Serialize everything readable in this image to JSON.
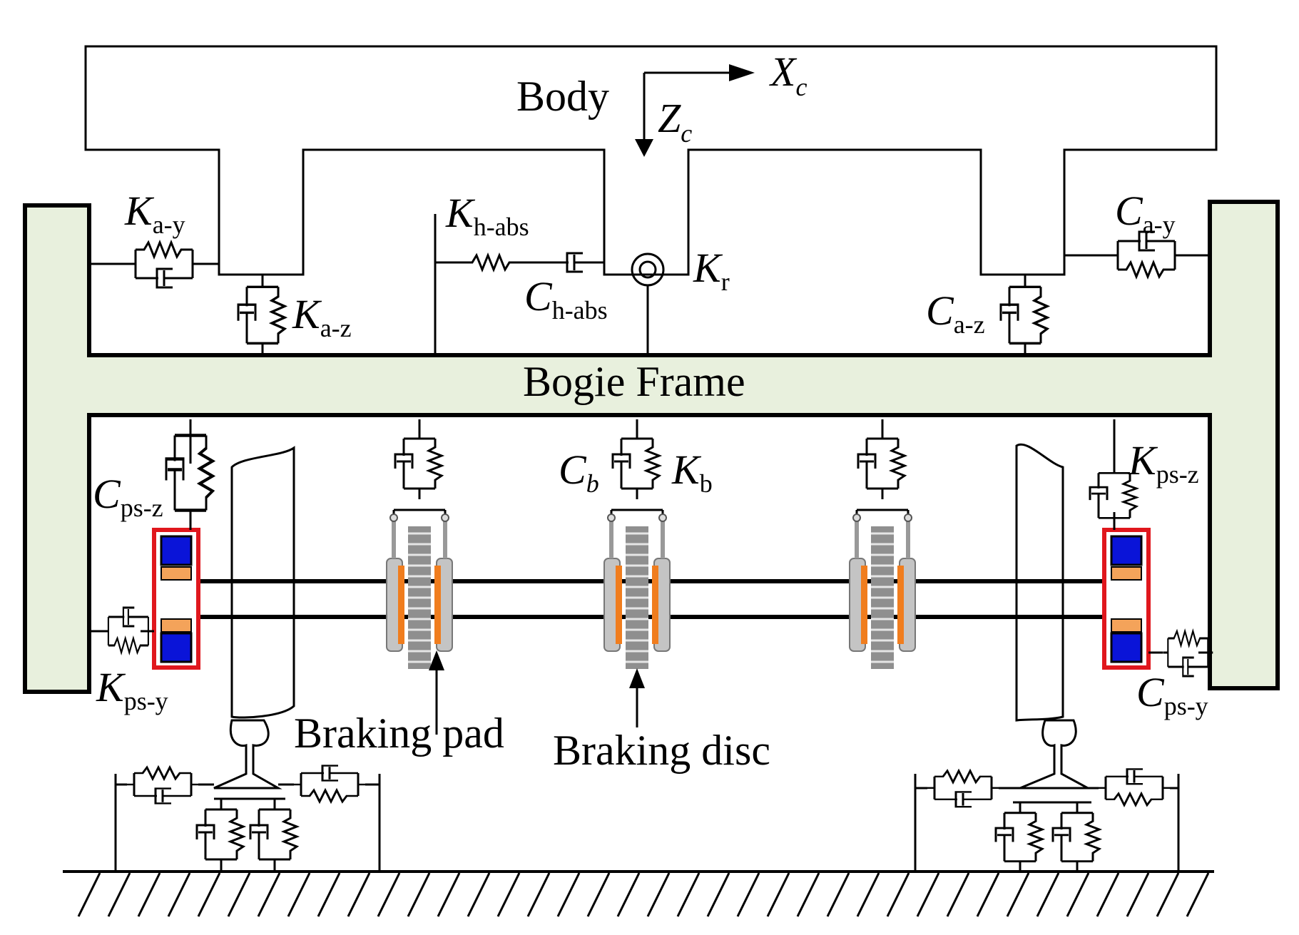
{
  "colors": {
    "bogie_frame_fill": "#e8f0dd",
    "axlebox_border": "#e0171d",
    "bearing_blue": "#0a14d8",
    "bearing_orange": "#f4a35a",
    "caliper_orange": "#f07d1e",
    "caliper_grey": "#a0a0a0"
  },
  "labels": {
    "body": "Body",
    "bogie_frame": "Bogie Frame",
    "braking_pad": "Braking pad",
    "braking_disc": "Braking disc"
  },
  "axes": {
    "x": {
      "main": "X",
      "sub": "c"
    },
    "z": {
      "main": "Z",
      "sub": "c"
    }
  },
  "symbols": {
    "ka_y": {
      "main": "K",
      "sub": "a-y"
    },
    "ka_z": {
      "main": "K",
      "sub": "a-z"
    },
    "kh_abs": {
      "main": "K",
      "sub": "h-abs"
    },
    "ch_abs": {
      "main": "C",
      "sub": "h-abs"
    },
    "kr": {
      "main": "K",
      "sub": "r"
    },
    "ca_y": {
      "main": "C",
      "sub": "a-y"
    },
    "ca_z": {
      "main": "C",
      "sub": "a-z"
    },
    "cps_z": {
      "main": "C",
      "sub": "ps-z"
    },
    "kps_y": {
      "main": "K",
      "sub": "ps-y"
    },
    "cb": {
      "main": "C",
      "sub": "b"
    },
    "kb": {
      "main": "K",
      "sub": "b"
    },
    "kps_z": {
      "main": "K",
      "sub": "ps-z"
    },
    "cps_y": {
      "main": "C",
      "sub": "ps-y"
    }
  },
  "icons": [
    "spring-icon",
    "damper-icon",
    "rotational-spring-icon",
    "ground-hatch-icon",
    "brake-caliper-icon",
    "brake-disc-icon",
    "axlebox-bearing-icon"
  ]
}
